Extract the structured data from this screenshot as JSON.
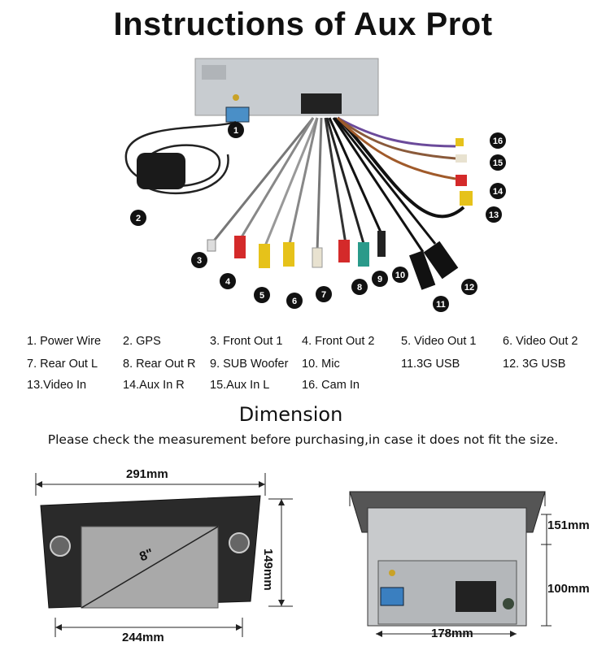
{
  "title": "Instructions of Aux Prot",
  "callouts": [
    "1",
    "2",
    "3",
    "4",
    "5",
    "6",
    "7",
    "8",
    "9",
    "10",
    "11",
    "12",
    "13",
    "14",
    "15",
    "16"
  ],
  "legend": [
    [
      "1.  Power Wire",
      "2.  GPS",
      "3.  Front Out 1",
      "4.  Front Out 2",
      "5.  Video Out 1",
      "6.  Video Out 2"
    ],
    [
      "7.  Rear Out L",
      "8.  Rear Out R",
      "9.  SUB Woofer",
      "10. Mic",
      "11.3G USB",
      "12. 3G USB"
    ],
    [
      "13.Video  In",
      "14.Aux In R",
      "15.Aux In L",
      "16. Cam In"
    ]
  ],
  "dimension": {
    "title": "Dimension",
    "subtitle": "Please check the measurement before purchasing,in case it does not fit the size.",
    "front": {
      "width_top": "291mm",
      "width_bottom": "244mm",
      "height": "149mm",
      "screen_size": "8\""
    },
    "back": {
      "depth_top": "151mm",
      "depth_mid": "100mm",
      "width_bottom": "178mm"
    }
  }
}
